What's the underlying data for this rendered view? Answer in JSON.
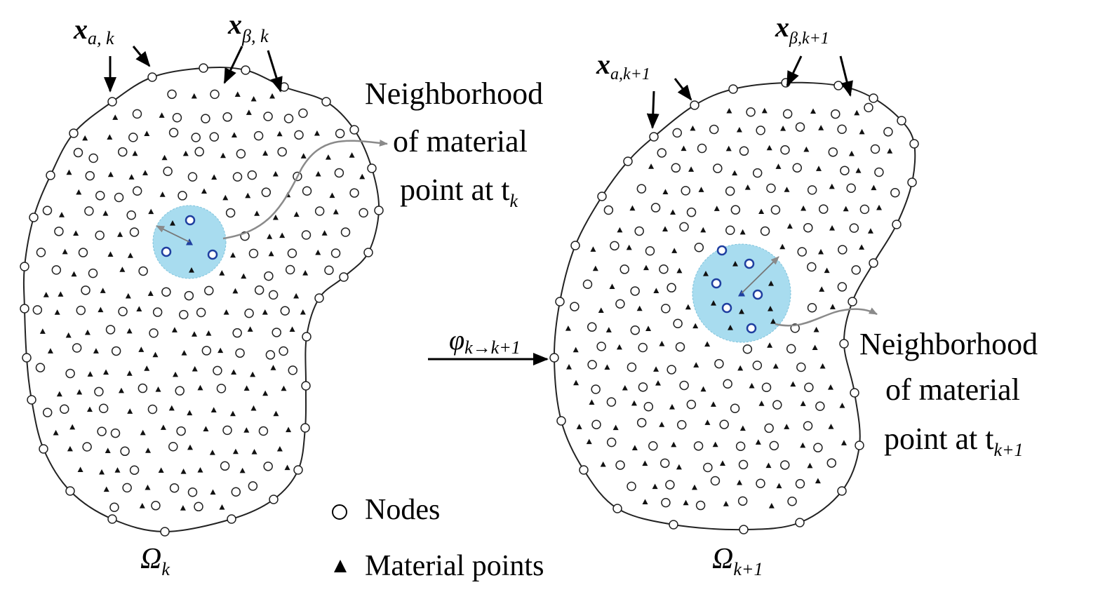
{
  "left_domain": {
    "label_x_alpha": "x",
    "label_x_alpha_sub": "a, k",
    "label_x_beta": "x",
    "label_x_beta_sub": "β, k",
    "omega": "Ω",
    "omega_sub": "k",
    "neighborhood_lines": [
      "Neighborhood",
      "of material",
      "point at t"
    ],
    "neighborhood_sub": "k"
  },
  "right_domain": {
    "label_x_alpha": "x",
    "label_x_alpha_sub": "a,k+1",
    "label_x_beta": "x",
    "label_x_beta_sub": "β,k+1",
    "omega": "Ω",
    "omega_sub": "k+1",
    "neighborhood_lines": [
      "Neighborhood",
      "of material",
      "point at t"
    ],
    "neighborhood_sub": "k+1"
  },
  "mapping": {
    "symbol": "φ",
    "sub": "k→k+1"
  },
  "legend": {
    "nodes": "Nodes",
    "material_points": "Material points"
  },
  "colors": {
    "neighborhood_fill": "#a8dcef",
    "neighborhood_node": "#1f3fa0",
    "arrow_gray": "#8a8a8a"
  }
}
